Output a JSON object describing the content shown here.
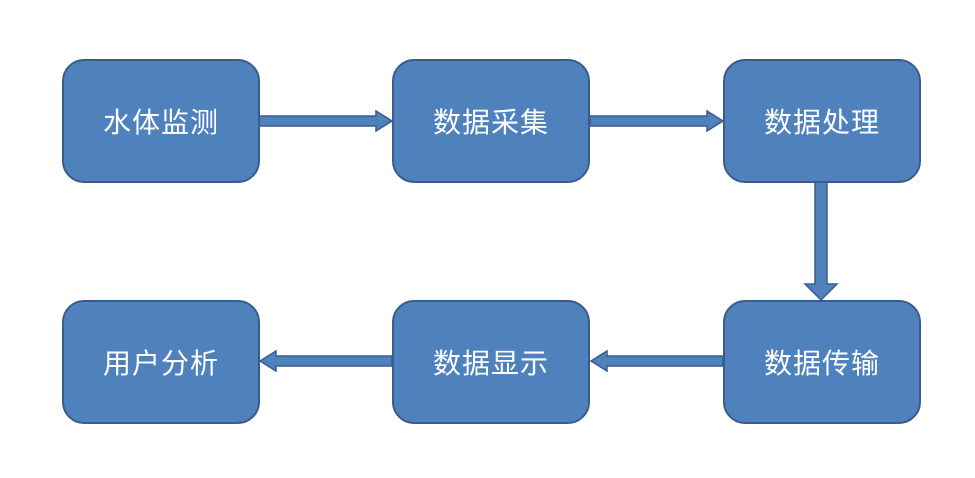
{
  "nodes": [
    {
      "id": "n1",
      "label": "水体监测"
    },
    {
      "id": "n2",
      "label": "数据采集"
    },
    {
      "id": "n3",
      "label": "数据处理"
    },
    {
      "id": "n4",
      "label": "数据传输"
    },
    {
      "id": "n5",
      "label": "数据显示"
    },
    {
      "id": "n6",
      "label": "用户分析"
    }
  ],
  "edges": [
    {
      "from": "水体监测",
      "to": "数据采集"
    },
    {
      "from": "数据采集",
      "to": "数据处理"
    },
    {
      "from": "数据处理",
      "to": "数据传输"
    },
    {
      "from": "数据传输",
      "to": "数据显示"
    },
    {
      "from": "数据显示",
      "to": "用户分析"
    }
  ],
  "colors": {
    "node_fill": "#4f81bd",
    "node_border": "#385d8a",
    "text": "#ffffff"
  }
}
